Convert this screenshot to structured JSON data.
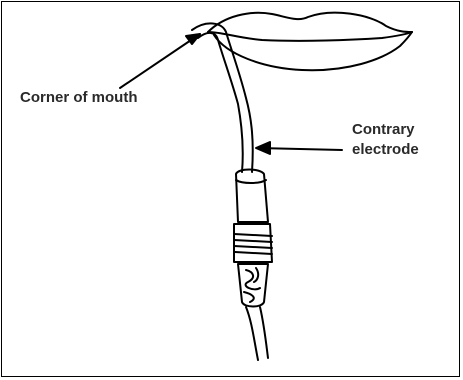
{
  "labels": {
    "corner_of_mouth": "Corner of mouth",
    "contrary_line1": "Contrary",
    "contrary_line2": "electrode"
  },
  "colors": {
    "ink": "#000000",
    "text": "#2a2a2a",
    "background": "#ffffff"
  }
}
